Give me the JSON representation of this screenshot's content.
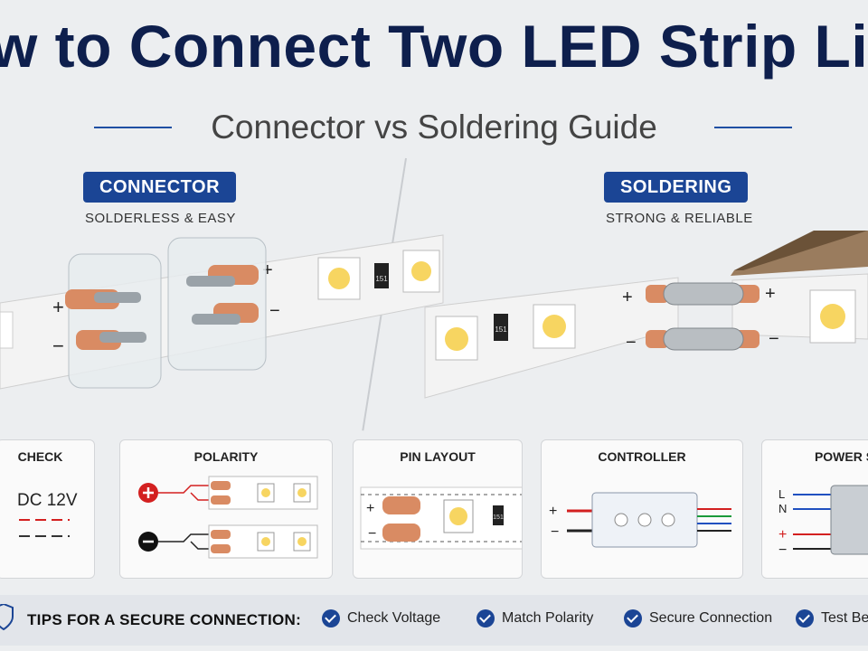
{
  "header": {
    "title": "w to Connect Two LED Strip Lig",
    "subtitle": "Connector vs Soldering Guide"
  },
  "left": {
    "badge": "CONNECTOR",
    "tagline": "SOLDERLESS & EASY",
    "plus": "+",
    "minus": "−",
    "resistor_code": "151"
  },
  "right": {
    "badge": "SOLDERING",
    "tagline": "STRONG & RELIABLE",
    "plus": "+",
    "minus": "−",
    "resistor_code": "151"
  },
  "cards": [
    {
      "title": "CHECK",
      "value": "DC 12V"
    },
    {
      "title": "POLARITY"
    },
    {
      "title": "PIN LAYOUT",
      "plus": "+",
      "minus": "−",
      "resistor_code": "151"
    },
    {
      "title": "CONTROLLER",
      "plus": "+",
      "minus": "−"
    },
    {
      "title": "POWER S",
      "l": "L",
      "n": "N",
      "plus": "+",
      "minus": "−"
    }
  ],
  "tips": {
    "label": "TIPS FOR A SECURE CONNECTION:",
    "items": [
      "Check Voltage",
      "Match Polarity",
      "Secure Connection",
      "Test Be"
    ]
  },
  "colors": {
    "accent": "#1b4595",
    "title": "#0e1f4d",
    "copper": "#d98b63",
    "led": "#f7d561",
    "positive": "#d32020"
  }
}
